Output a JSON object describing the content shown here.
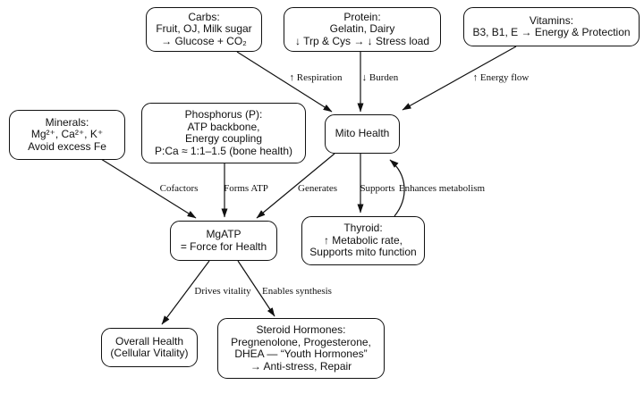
{
  "colors": {
    "background": "#ffffff",
    "ink": "#111111"
  },
  "nodes": {
    "carbs": {
      "lines": [
        "Carbs:",
        "Fruit, OJ, Milk sugar",
        "→ Glucose + CO₂"
      ]
    },
    "protein": {
      "lines": [
        "Protein:",
        "Gelatin, Dairy",
        "↓ Trp & Cys → ↓ Stress load"
      ]
    },
    "vitamins": {
      "lines": [
        "Vitamins:",
        "B3, B1, E → Energy & Protection"
      ]
    },
    "minerals": {
      "lines": [
        "Minerals:",
        "Mg²⁺, Ca²⁺, K⁺",
        "Avoid excess Fe"
      ]
    },
    "phosphorus": {
      "lines": [
        "Phosphorus (P):",
        "ATP backbone,",
        "Energy coupling",
        "P:Ca ≈ 1:1–1.5 (bone health)"
      ]
    },
    "mito": {
      "lines": [
        "Mito Health"
      ]
    },
    "thyroid": {
      "lines": [
        "Thyroid:",
        "↑ Metabolic rate,",
        "Supports mito function"
      ]
    },
    "mgatp": {
      "lines": [
        "MgATP",
        "= Force for Health"
      ]
    },
    "overall": {
      "lines": [
        "Overall Health",
        "(Cellular Vitality)"
      ]
    },
    "steroid": {
      "lines": [
        "Steroid Hormones:",
        "Pregnenolone, Progesterone,",
        "DHEA — “Youth Hormones”",
        "→ Anti-stress, Repair"
      ]
    }
  },
  "edge_labels": {
    "respiration": "↑ Respiration",
    "burden": "↓ Burden",
    "energy_flow": "↑ Energy flow",
    "cofactors": "Cofactors",
    "forms_atp": "Forms ATP",
    "generates": "Generates",
    "supports": "Supports",
    "enhances_metabolism": "Enhances metabolism",
    "drives_vitality": "Drives vitality",
    "enables_synthesis": "Enables synthesis"
  }
}
